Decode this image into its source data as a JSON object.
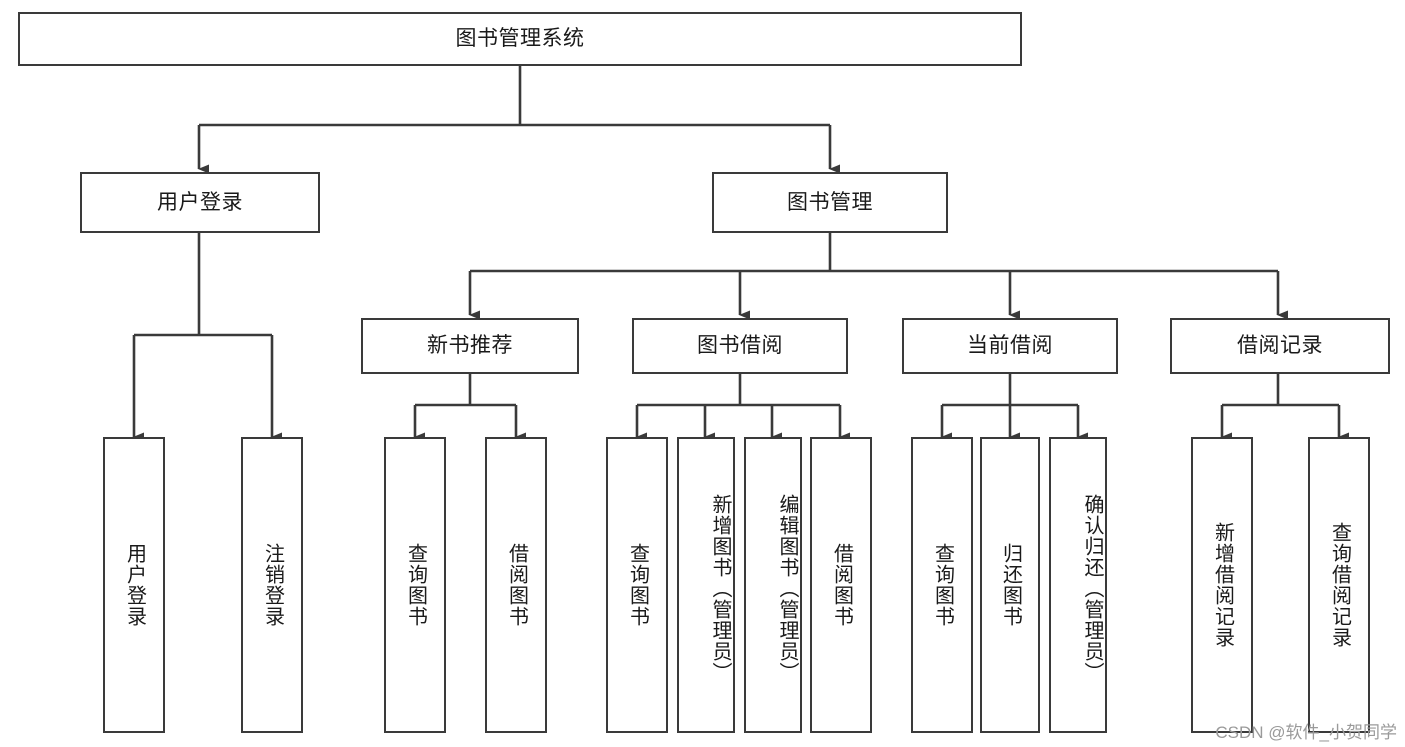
{
  "diagram": {
    "type": "tree",
    "title": "图书管理系统",
    "watermark": "CSDN @软件_小贺同学",
    "colors": {
      "stroke": "#3a3a3a",
      "fill": "#ffffff",
      "text": "#1a1a1a",
      "watermark": "#9a9a9a"
    },
    "nodes": {
      "root": {
        "label": "图书管理系统"
      },
      "level2": [
        {
          "id": "user-login",
          "label": "用户登录"
        },
        {
          "id": "book-manage",
          "label": "图书管理"
        }
      ],
      "level3": [
        {
          "id": "new-book-recommend",
          "label": "新书推荐"
        },
        {
          "id": "book-borrow",
          "label": "图书借阅"
        },
        {
          "id": "current-borrow",
          "label": "当前借阅"
        },
        {
          "id": "borrow-record",
          "label": "借阅记录"
        }
      ],
      "leaves": [
        {
          "id": "leaf-user-login",
          "label": "用户登录",
          "parent": "user-login"
        },
        {
          "id": "leaf-user-logout",
          "label": "注销登录",
          "parent": "user-login"
        },
        {
          "id": "leaf-query-book-1",
          "label": "查询图书",
          "parent": "new-book-recommend"
        },
        {
          "id": "leaf-borrow-book-1",
          "label": "借阅图书",
          "parent": "new-book-recommend"
        },
        {
          "id": "leaf-query-book-2",
          "label": "查询图书",
          "parent": "book-borrow"
        },
        {
          "id": "leaf-add-book",
          "label": "新增图书（管理员）",
          "parent": "book-borrow"
        },
        {
          "id": "leaf-edit-book",
          "label": "编辑图书（管理员）",
          "parent": "book-borrow"
        },
        {
          "id": "leaf-borrow-book-2",
          "label": "借阅图书",
          "parent": "book-borrow"
        },
        {
          "id": "leaf-query-book-3",
          "label": "查询图书",
          "parent": "current-borrow"
        },
        {
          "id": "leaf-return-book",
          "label": "归还图书",
          "parent": "current-borrow"
        },
        {
          "id": "leaf-confirm-return",
          "label": "确认归还（管理员）",
          "parent": "current-borrow"
        },
        {
          "id": "leaf-add-record",
          "label": "新增借阅记录",
          "parent": "borrow-record"
        },
        {
          "id": "leaf-query-record",
          "label": "查询借阅记录",
          "parent": "borrow-record"
        }
      ]
    }
  }
}
